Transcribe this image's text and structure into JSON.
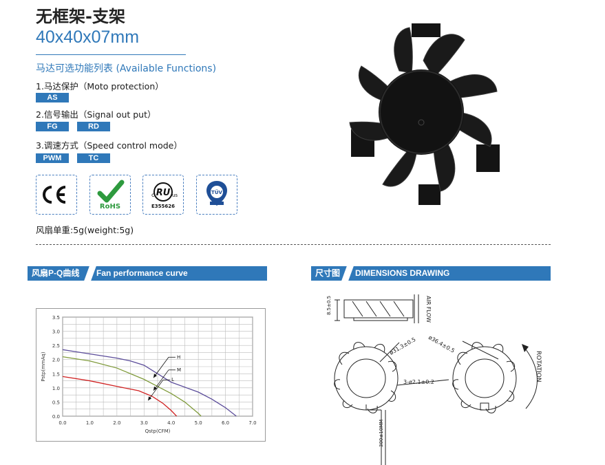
{
  "header": {
    "title": "无框架-支架",
    "subtitle": "40x40x07mm"
  },
  "functions": {
    "heading": "马达可选功能列表 (Available Functions)",
    "groups": [
      {
        "label": "1.马达保护（Moto protection）",
        "tags": [
          "AS"
        ]
      },
      {
        "label": "2.信号输出（Signal out put）",
        "tags": [
          "FG",
          "RD"
        ]
      },
      {
        "label": "3.调速方式（Speed control mode）",
        "tags": [
          "PWM",
          "TC"
        ]
      }
    ],
    "tag_color": "#2f78b9"
  },
  "certifications": [
    {
      "icon": "ce-icon",
      "text": "CE"
    },
    {
      "icon": "rohs-icon",
      "text": "RoHS"
    },
    {
      "icon": "ul-icon",
      "text": "c RU us",
      "sub": "E355626"
    },
    {
      "icon": "tuv-icon",
      "text": "TÜV"
    }
  ],
  "weight": "风扇单重:5g(weight:5g)",
  "sections": {
    "performance": {
      "cn": "风扇P-Q曲线",
      "en": "Fan performance curve"
    },
    "dimensions": {
      "cn": "尺寸图",
      "en": "DIMENSIONS DRAWING"
    }
  },
  "dimensions_labels": {
    "height": "8.5±0.5",
    "flow": "AIR FLOW",
    "dia1": "ø31.3±0.5",
    "dia2": "ø36.4±0.5",
    "holes": "3-ø2.1±0.2",
    "wire": "300±10MM",
    "rotation": "ROTATION"
  },
  "chart_data": {
    "type": "line",
    "xlabel": "Qstp(CFM)",
    "ylabel": "Pstp(mmAq)",
    "xlim": [
      0,
      7
    ],
    "ylim": [
      0,
      3.5
    ],
    "xticks": [
      "0.0",
      "1.0",
      "2.0",
      "3.0",
      "4.0",
      "5.0",
      "6.0",
      "7.0"
    ],
    "yticks": [
      "0.0",
      "0.5",
      "1.0",
      "1.5",
      "2.0",
      "2.5",
      "3.0",
      "3.5"
    ],
    "grid": true,
    "series": [
      {
        "name": "H",
        "color": "#5b4c9a",
        "x": [
          0,
          1,
          2,
          2.5,
          3,
          3.5,
          4,
          5,
          5.5,
          6,
          6.4
        ],
        "y": [
          2.35,
          2.2,
          2.05,
          1.95,
          1.8,
          1.5,
          1.2,
          0.85,
          0.6,
          0.3,
          0
        ]
      },
      {
        "name": "M",
        "color": "#7f9a3a",
        "x": [
          0,
          1,
          2,
          3,
          3.5,
          4,
          4.5,
          5,
          5.1
        ],
        "y": [
          2.1,
          1.95,
          1.7,
          1.3,
          1.05,
          0.8,
          0.5,
          0.1,
          0
        ]
      },
      {
        "name": "L",
        "color": "#d02020",
        "x": [
          0,
          1,
          2,
          2.8,
          3.3,
          3.7,
          4.0,
          4.2
        ],
        "y": [
          1.4,
          1.25,
          1.05,
          0.9,
          0.7,
          0.45,
          0.2,
          0
        ]
      }
    ]
  }
}
